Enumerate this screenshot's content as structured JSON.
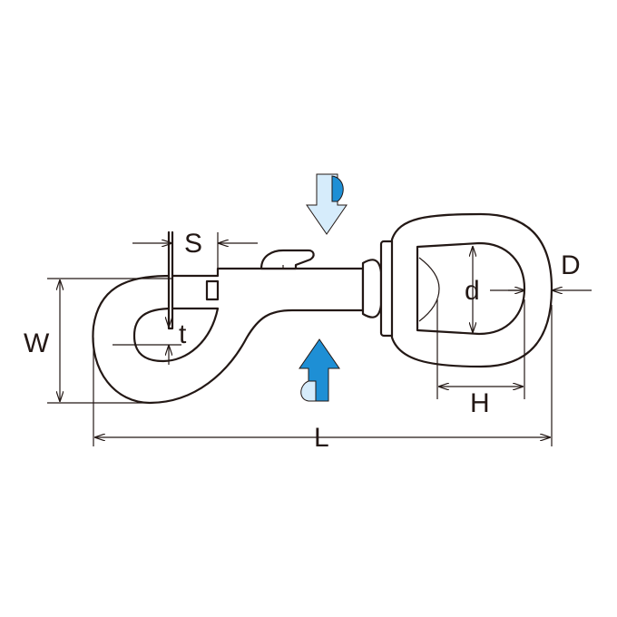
{
  "labels": {
    "S": "S",
    "W": "W",
    "t": "t",
    "L": "L",
    "d": "d",
    "H": "H",
    "D": "D"
  },
  "colors": {
    "line": "#231815",
    "arrow_fill": "#d6ecfb",
    "arrow_accent": "#1e8fd5"
  },
  "icons": {
    "push_arrow": "down-arrow-icon",
    "return_arrow": "up-arrow-icon"
  }
}
